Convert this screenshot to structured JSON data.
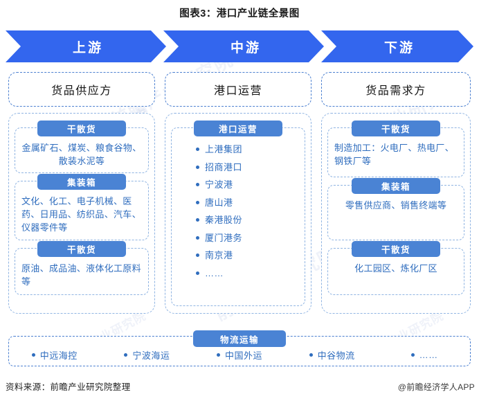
{
  "title": "图表3：港口产业链全景图",
  "banner": {
    "segments": [
      {
        "label": "上游"
      },
      {
        "label": "中游"
      },
      {
        "label": "下游"
      }
    ]
  },
  "columns": [
    {
      "header": "货品供应方",
      "boxes": [
        {
          "label": "干散货",
          "text": "金属矿石、煤炭、粮食谷物、散装水泥等"
        },
        {
          "label": "集装箱",
          "text": "文化、化工、电子机械、医药、日用品、纺织品、汽车、仪器零件等"
        },
        {
          "label": "干散货",
          "text": "原油、成品油、液体化工原料等"
        }
      ]
    },
    {
      "header": "港口运营",
      "list": {
        "label": "港口运营",
        "items": [
          "上港集团",
          "招商港口",
          "宁波港",
          "唐山港",
          "秦港股份",
          "厦门港务",
          "南京港",
          "……"
        ]
      }
    },
    {
      "header": "货品需求方",
      "boxes": [
        {
          "label": "干散货",
          "text": "制造加工：火电厂、热电厂、钢铁厂等"
        },
        {
          "label": "集装箱",
          "text": "零售供应商、销售终端等"
        },
        {
          "label": "干散货",
          "text": "化工园区、炼化厂区"
        }
      ]
    }
  ],
  "logistics": {
    "label": "物流运输",
    "items": [
      "中远海控",
      "宁波海运",
      "中国外运",
      "中谷物流",
      "……"
    ]
  },
  "footer": {
    "source": "资料来源：前瞻产业研究院整理",
    "credit": "@前瞻经济学人APP"
  },
  "watermarks": [
    "前瞻产业研究院",
    "前瞻产业研究院",
    "前瞻产业研究院",
    "前瞻产业研究院",
    "前瞻产业研究院",
    "前瞻产业研究院"
  ],
  "colors": {
    "banner_blue": "#3366ee",
    "label_blue": "#4a83d4",
    "text_blue": "#2f6dbe",
    "dash_border": "#8fb4e2"
  }
}
